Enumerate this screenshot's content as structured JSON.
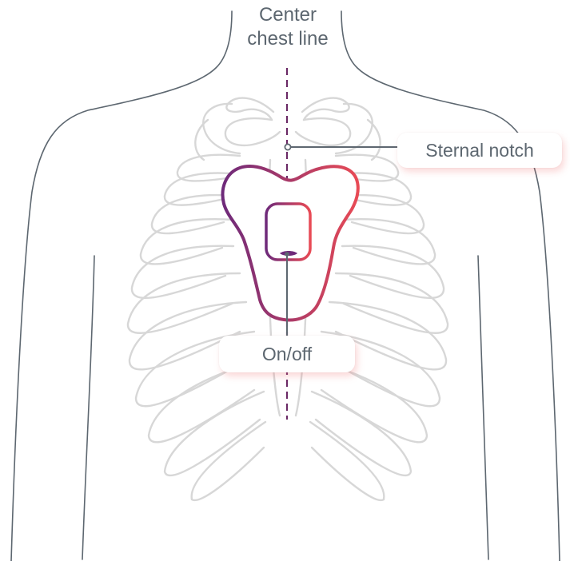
{
  "labels": {
    "center_line_1": "Center",
    "center_line_2": "chest line",
    "sternal_notch": "Sternal notch",
    "on_off": "On/off"
  },
  "colors": {
    "outline": "#5d6770",
    "ribs": "#d5d5d5",
    "dashed_line": "#6b2a66",
    "device_gradient_start": "#6e2a7a",
    "device_gradient_end": "#e84a55"
  },
  "icons": [
    "torso-outline",
    "ribcage",
    "device-patch",
    "on-off-button"
  ]
}
